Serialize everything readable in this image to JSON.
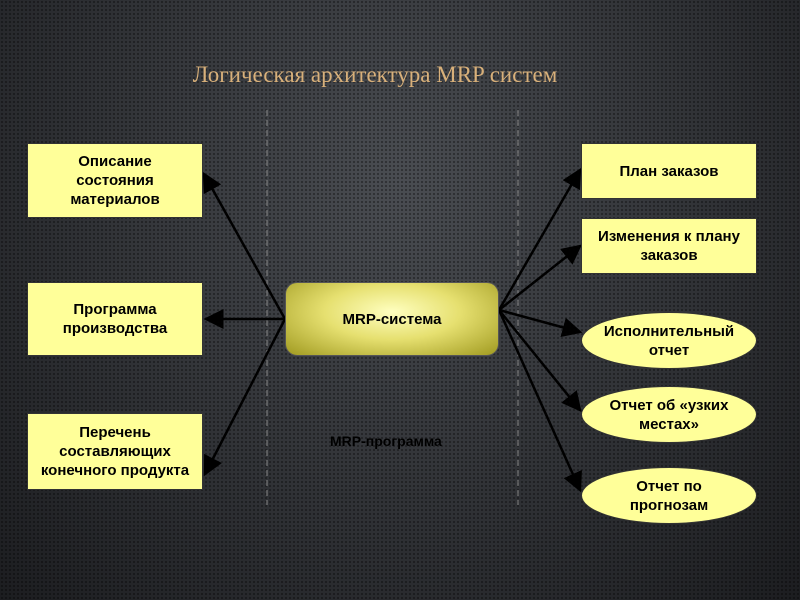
{
  "title": "Логическая архитектура MRP систем",
  "inputs": [
    "Описание\nсостояния\nматериалов",
    "Программа\nпроизводства",
    "Перечень\nсоставляющих\nконечного продукта"
  ],
  "center": "MRP-система",
  "program_label": "MRP-программа",
  "outputs_rect": [
    "План заказов",
    "Изменения к плану\nзаказов"
  ],
  "outputs_ellipse": [
    "Исполнительный\nотчет",
    "Отчет об «узких\nместах»",
    "Отчет по\nпрогнозам"
  ],
  "colors": {
    "box": "#ffff99",
    "title": "#d8b07a"
  }
}
